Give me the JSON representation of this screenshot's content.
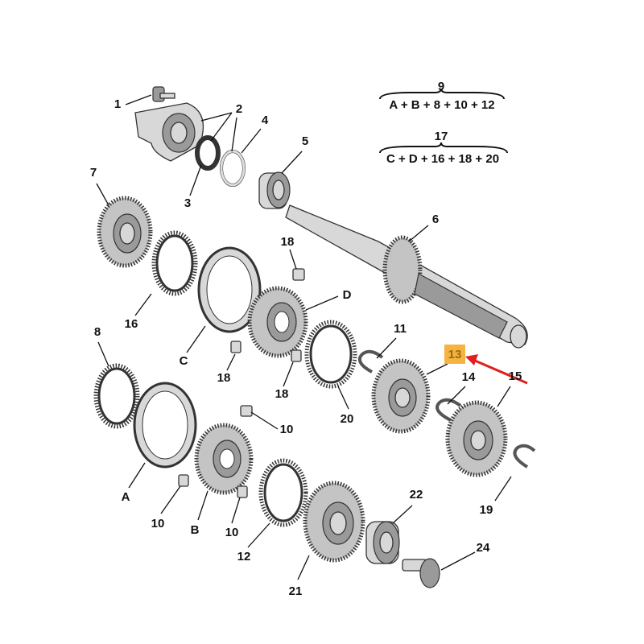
{
  "diagram": {
    "colors": {
      "highlight": "#f5b342",
      "arrow": "#e02020",
      "line": "#111111"
    },
    "highlighted_label": "13",
    "formulas": [
      {
        "total": "9",
        "expression": "A + B + 8 + 10 + 12"
      },
      {
        "total": "17",
        "expression": "C + D + 16 + 18 + 20"
      }
    ],
    "labels": {
      "l1": "1",
      "l2": "2",
      "l3": "3",
      "l4": "4",
      "l5": "5",
      "l6": "6",
      "l7": "7",
      "l8": "8",
      "l10a": "10",
      "l10b": "10",
      "l10c": "10",
      "l11": "11",
      "l12": "12",
      "l13": "13",
      "l14": "14",
      "l15": "15",
      "l16": "16",
      "l18a": "18",
      "l18b": "18",
      "l18c": "18",
      "l19": "19",
      "l20": "20",
      "l21": "21",
      "l22": "22",
      "l24": "24",
      "lA": "A",
      "lB": "B",
      "lC": "C",
      "lD": "D"
    }
  }
}
